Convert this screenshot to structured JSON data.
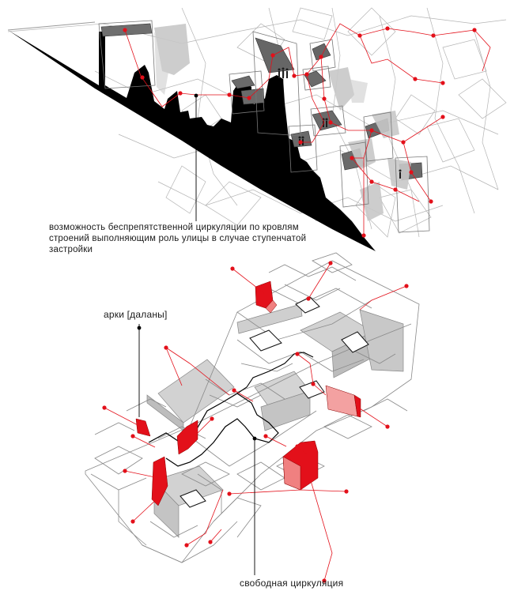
{
  "colors": {
    "accent_red": "#e3101a",
    "ink": "#000000",
    "wire_gray": "#9a9a9a",
    "roof_fill": "#d9d9d9",
    "shadow_fill": "#c9c9c9"
  },
  "top_section": {
    "caption_lines": [
      "возможность беспрепятственной циркуляции по кровлям",
      "строений выполняющим роль улицы в случае ступенчатой",
      "застройки"
    ]
  },
  "bottom_section": {
    "label_arches": "арки [даланы]",
    "label_free_circulation": "свободная циркуляция"
  }
}
